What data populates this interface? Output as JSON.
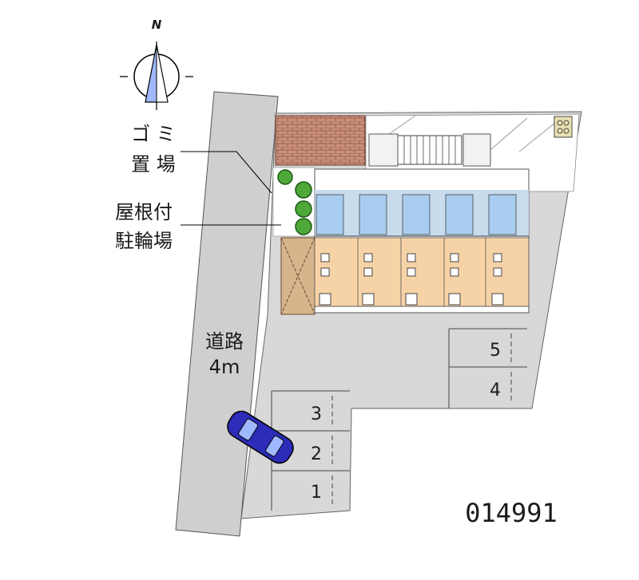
{
  "compass": {
    "north_label": "N"
  },
  "labels": {
    "garbage_line1": "ゴ ミ",
    "garbage_line2": "置 場",
    "bicycle_line1": "屋根付",
    "bicycle_line2": "駐輪場",
    "road_line1": "道路",
    "road_line2": "4m"
  },
  "parking_spaces": [
    "1",
    "2",
    "3",
    "4",
    "5"
  ],
  "property_code": "014991",
  "colors": {
    "road": "#cfcfcf",
    "lot": "#d8d8d8",
    "building": "#f6d3a6",
    "bath": "#a9cdf0",
    "hall": "#c8dcee",
    "brick": "#c98f7a",
    "storage": "#d8b48c",
    "car": "#2c2cb8"
  }
}
